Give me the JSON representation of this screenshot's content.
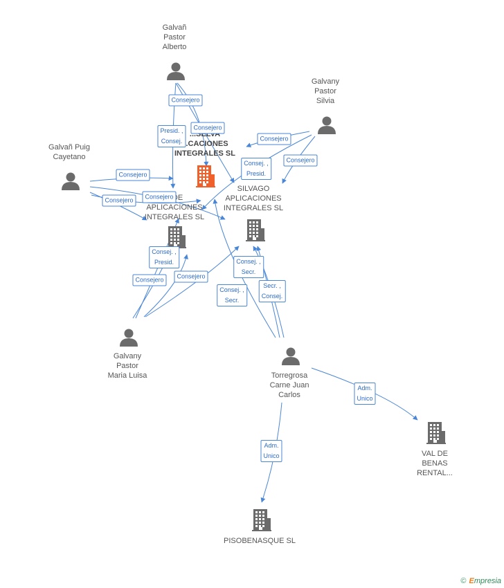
{
  "colors": {
    "edge": "#4a86d6",
    "person": "#6b6b6b",
    "company": "#6b6b6b",
    "focus_company": "#f0602a"
  },
  "nodes": [
    {
      "id": "galvan-alberto",
      "type": "person",
      "label": "Galvañ\nPastor\nAlberto"
    },
    {
      "id": "galvany-silvia",
      "type": "person",
      "label": "Galvany\nPastor\nSilvia"
    },
    {
      "id": "galvan-cayetano",
      "type": "person",
      "label": "Galvañ Puig\nCayetano"
    },
    {
      "id": "galvany-maria",
      "type": "person",
      "label": "Galvany\nPastor\nMaria Luisa"
    },
    {
      "id": "torregrosa",
      "type": "person",
      "label": "Torregrosa\nCarne Juan\nCarlos"
    },
    {
      "id": "focus-company",
      "type": "focus",
      "label": "...SELVA\n...CACIONES\nINTEGRALES SL"
    },
    {
      "id": "de-aplicaciones",
      "type": "company",
      "label": "...DE\nAPLICACIONES\nINTEGRALES SL"
    },
    {
      "id": "silvago",
      "type": "company",
      "label": "SILVAGO\nAPLICACIONES\nINTEGRALES SL"
    },
    {
      "id": "val-de-benas",
      "type": "company",
      "label": "VAL DE\nBENAS\nRENTAL..."
    },
    {
      "id": "pisobenasque",
      "type": "company",
      "label": "PISOBENASQUE SL"
    }
  ],
  "edge_labels": [
    {
      "text": "Consejero"
    },
    {
      "text": "Presid. ,\nConsej."
    },
    {
      "text": "Consejero"
    },
    {
      "text": "Consejero"
    },
    {
      "text": "Consejero"
    },
    {
      "text": "Consej. ,\nPresid."
    },
    {
      "text": "Consejero"
    },
    {
      "text": "Consejero"
    },
    {
      "text": "Consejero"
    },
    {
      "text": "Consej. ,\nPresid."
    },
    {
      "text": "Consejero"
    },
    {
      "text": "Consejero"
    },
    {
      "text": "Consej. ,\nSecr."
    },
    {
      "text": "Consej. ,\nSecr."
    },
    {
      "text": "Secr. ,\nConsej."
    },
    {
      "text": "Adm.\nUnico"
    },
    {
      "text": "Adm.\nUnico"
    }
  ],
  "footer": {
    "copyright": "©",
    "brand_initial": "E",
    "brand_rest": "mpresia"
  }
}
